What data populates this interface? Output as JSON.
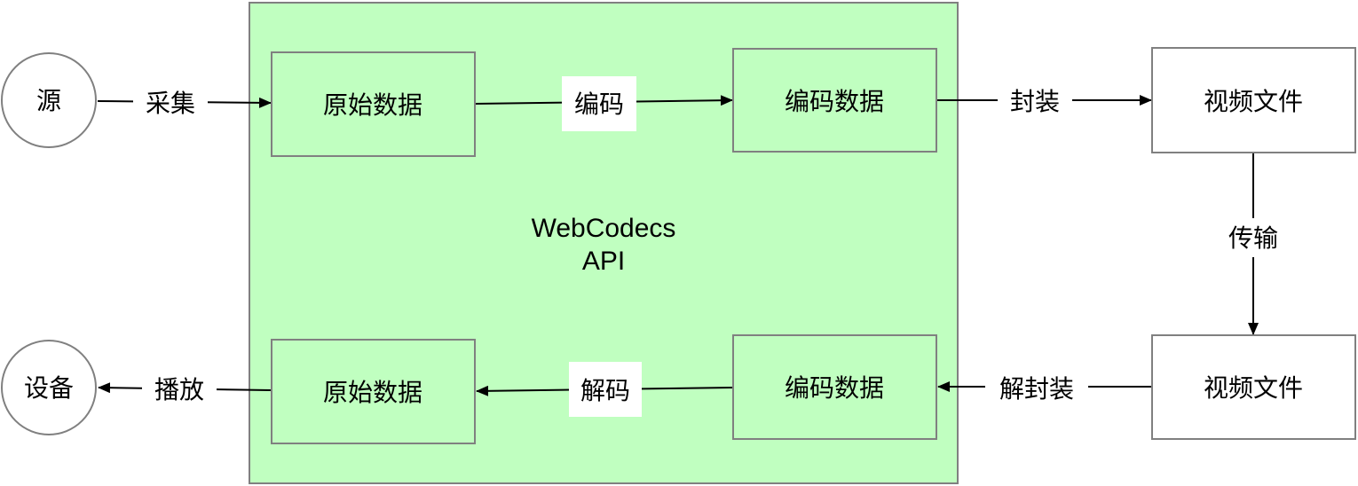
{
  "container": {
    "label_line1": "WebCodecs",
    "label_line2": "API",
    "fill": "#c0ffc0",
    "stroke": "#808080"
  },
  "nodes": {
    "source": "源",
    "device": "设备",
    "raw_data_top": "原始数据",
    "encoded_data_top": "编码数据",
    "video_file_top": "视频文件",
    "raw_data_bottom": "原始数据",
    "encoded_data_bottom": "编码数据",
    "video_file_bottom": "视频文件"
  },
  "edges": {
    "capture": "采集",
    "encode": "编码",
    "mux": "封装",
    "transmit": "传输",
    "demux": "解封装",
    "decode": "解码",
    "play": "播放"
  },
  "colors": {
    "green_box_fill": "#c0ffc0",
    "box_stroke": "#808080",
    "line": "#000000"
  }
}
